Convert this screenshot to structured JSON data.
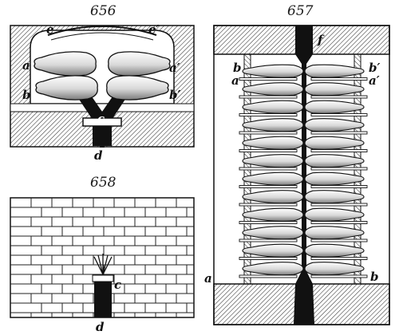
{
  "figures": {
    "fig656": {
      "number": "656",
      "labels": {
        "a": "a",
        "a_prime": "a′",
        "b": "b",
        "b_prime": "b′",
        "c": "c",
        "d": "d",
        "e": "e",
        "e_prime": "e′"
      }
    },
    "fig657": {
      "number": "657",
      "labels": {
        "f": "f",
        "b": "b",
        "b_prime": "b′",
        "a": "a",
        "a_prime": "a′",
        "a_lower": "a",
        "b_lower": "b"
      },
      "bottle_rows_per_side": 12
    },
    "fig658": {
      "number": "658",
      "labels": {
        "c": "c",
        "d": "d"
      }
    }
  },
  "colors": {
    "ink": "#1a1a1a",
    "paper": "#ffffff",
    "hatch": "#333333"
  }
}
